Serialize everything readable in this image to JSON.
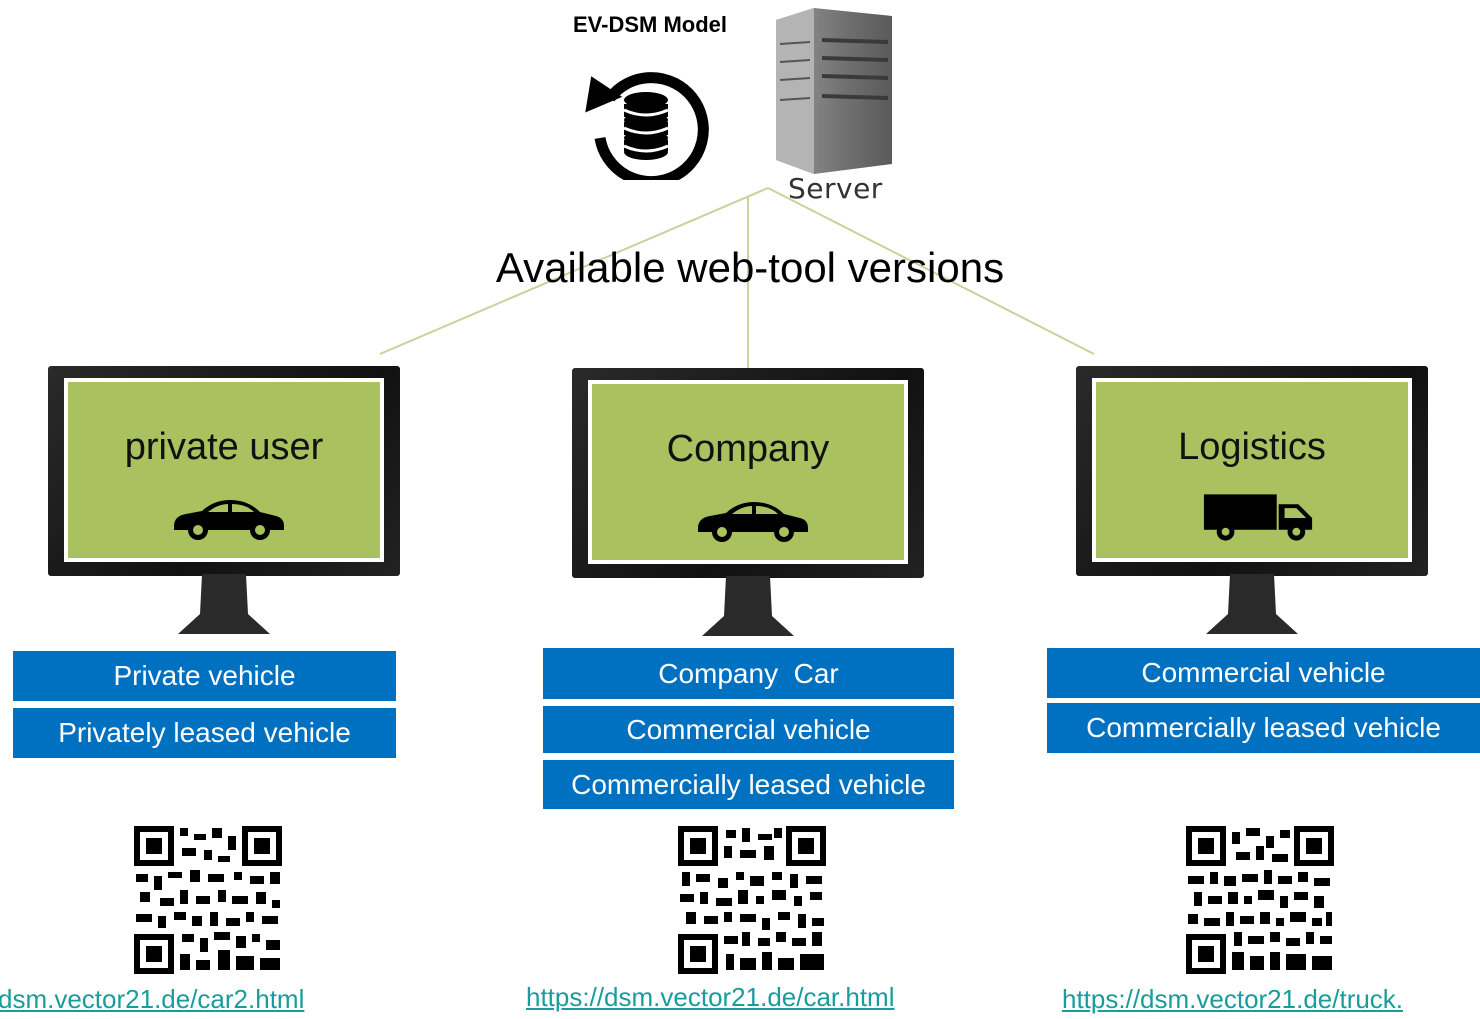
{
  "header": {
    "model_title": "EV-DSM Model",
    "server_label": "Server",
    "web_tool_title": "Available web-tool versions"
  },
  "versions": [
    {
      "screen_label": "private user",
      "icon": "car-icon",
      "categories": [
        "Private vehicle",
        "Privately leased vehicle"
      ],
      "url": "https://dsm.vector21.de/car2.html",
      "url_visible": "dsm.vector21.de/car2.html"
    },
    {
      "screen_label": "Company",
      "icon": "car-icon",
      "categories": [
        "Company  Car",
        "Commercial vehicle",
        "Commercially leased vehicle"
      ],
      "url": "https://dsm.vector21.de/car.html",
      "url_visible": "https://dsm.vector21.de/car.html"
    },
    {
      "screen_label": "Logistics",
      "icon": "truck-icon",
      "categories": [
        "Commercial vehicle",
        "Commercially leased vehicle"
      ],
      "url": "https://dsm.vector21.de/truck.html",
      "url_visible": "https://dsm.vector21.de/truck."
    }
  ],
  "colors": {
    "screen_green": "#a9c15f",
    "category_blue": "#0070c0",
    "link_teal": "#1a9c9c",
    "connector_green": "#c5d49a"
  }
}
